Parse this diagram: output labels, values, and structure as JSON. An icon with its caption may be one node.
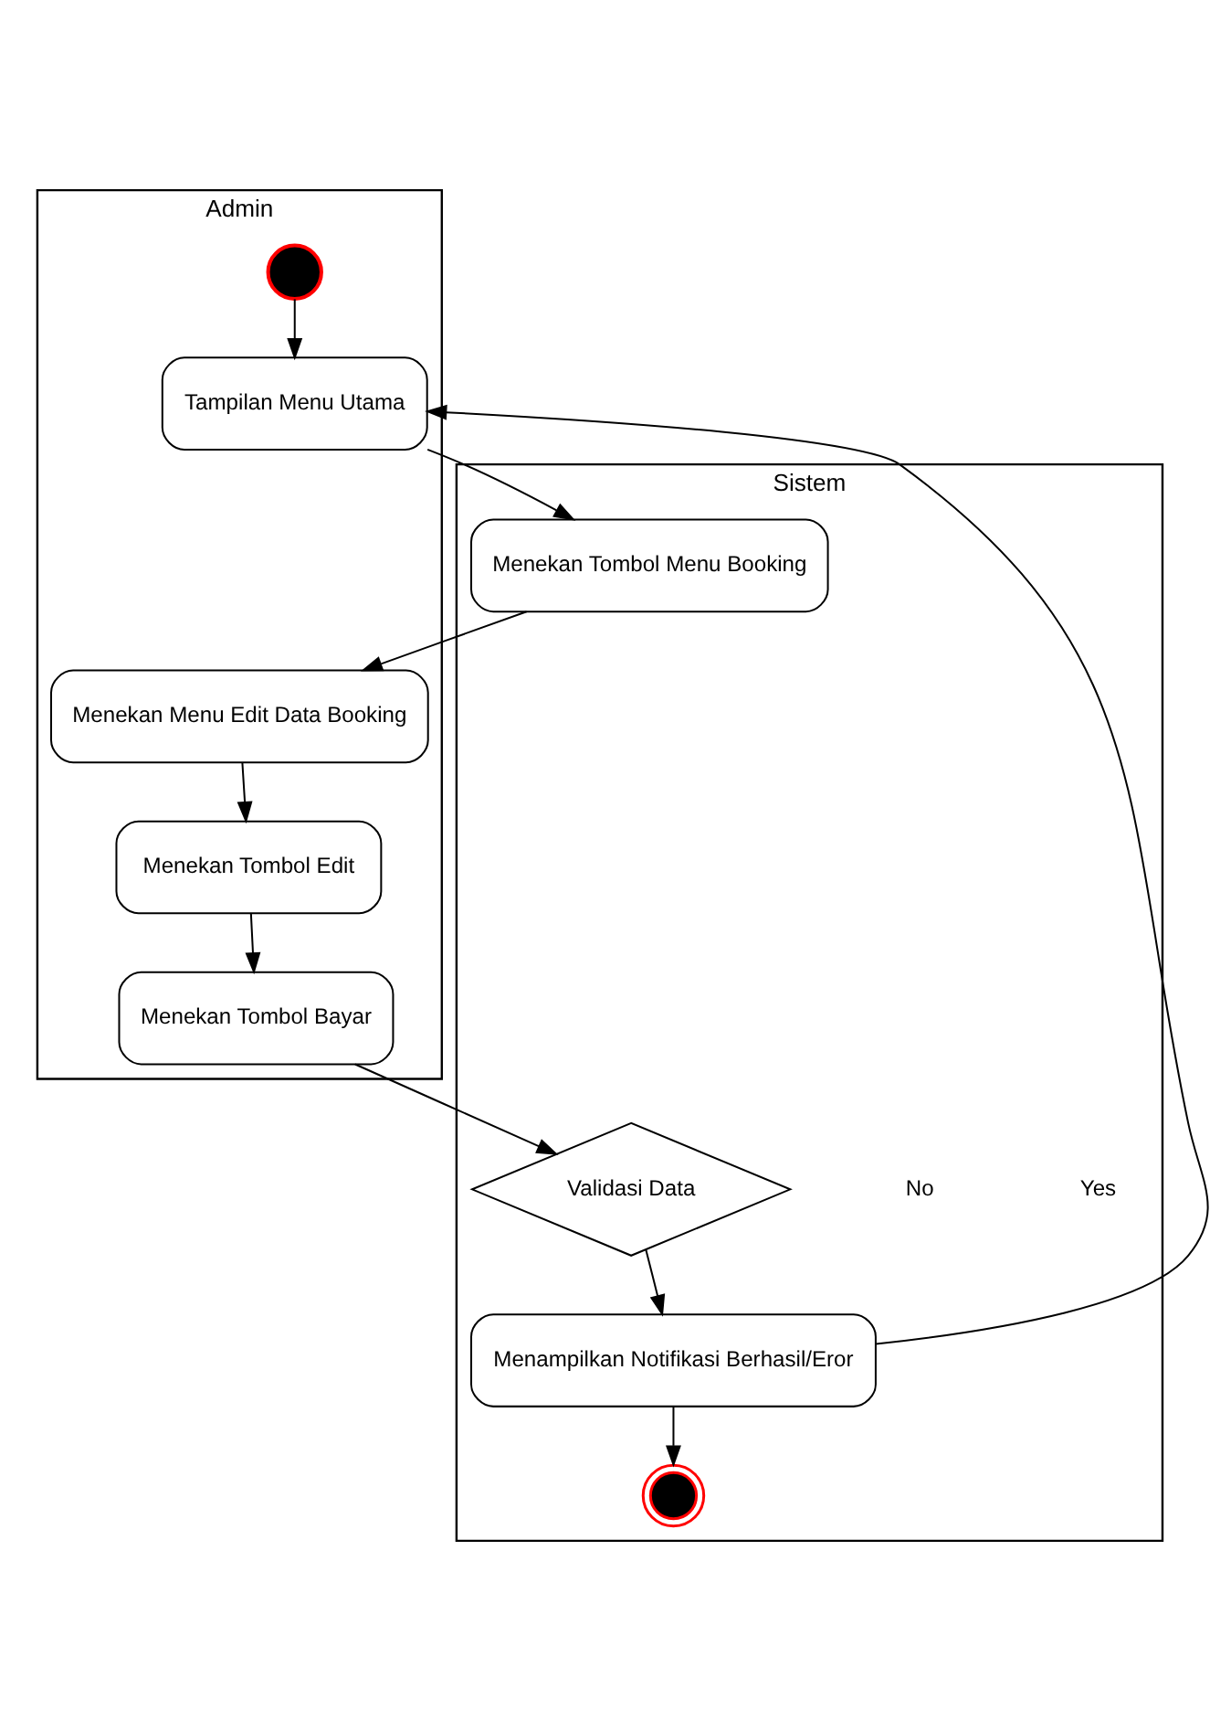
{
  "diagram": {
    "nodes": [
      {
        "text": [
          "Admin"
        ]
      },
      {
        "text": [
          "Sistem"
        ]
      },
      {
        "text": [],
        "shape": "circle",
        "in": 0
      },
      {
        "text": [
          "Tampilan Menu Utama"
        ],
        "in": 0
      },
      {
        "text": [
          "Menekan Tombol Menu Booking"
        ],
        "in": 1
      },
      {
        "text": [
          "Menekan Menu Edit Data Booking"
        ],
        "in": 0
      },
      {
        "text": [
          "Menekan Tombol Edit"
        ],
        "in": 0
      },
      {
        "text": [
          "Menekan Tombol Bayar"
        ],
        "in": 0
      },
      {
        "text": [
          "Validasi Data"
        ],
        "in": 1
      },
      {
        "text": [
          "Menampilkan Notifikasi Berhasil/Eror"
        ],
        "in": 1
      },
      {
        "text": [],
        "shape": "bullseye",
        "in": 1
      }
    ],
    "edges": [
      {
        "from": 2,
        "to": 3,
        "arrow": "to"
      },
      {
        "from": 3,
        "to": 4,
        "arrow": "to"
      },
      {
        "from": 4,
        "to": 5,
        "arrow": "to"
      },
      {
        "from": 5,
        "to": 6,
        "arrow": "to"
      },
      {
        "from": 6,
        "to": 7,
        "arrow": "to"
      },
      {
        "from": 7,
        "to": 8,
        "arrow": "to"
      },
      {
        "from": 8,
        "to": 9,
        "arrow": "to"
      },
      {
        "from": 9,
        "to": 3,
        "arrow": "to"
      },
      {
        "from": 9,
        "to": 10,
        "arrow": "to"
      }
    ],
    "labels": [
      "Yes",
      "No"
    ]
  }
}
